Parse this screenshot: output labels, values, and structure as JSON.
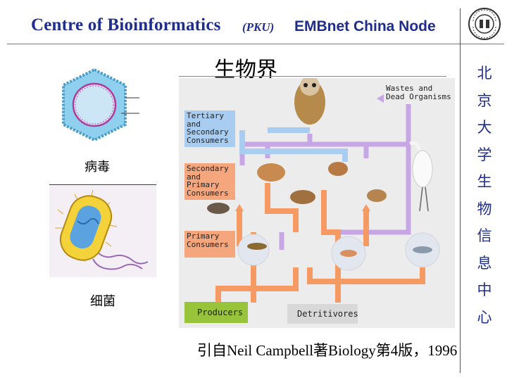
{
  "header": {
    "title": "Centre of Bioinformatics",
    "pku": "(PKU)",
    "node": "EMBnet China Node"
  },
  "vertical_text": [
    "北",
    "京",
    "大",
    "学",
    "生",
    "物",
    "信",
    "息",
    "中",
    "心"
  ],
  "slide": {
    "title": "生物界",
    "virus_label": "病毒",
    "bacteria_label": "细菌",
    "citation": "引自Neil Campbell著Biology第4版，1996"
  },
  "foodweb": {
    "tertiary": "Tertiary and Secondary Consumers",
    "secondary": "Secondary and Primary Consumers",
    "primary": "Primary Consumers",
    "producers": "Producers",
    "detritivores": "Detritivores",
    "wastes": "Wastes and Dead Organisms"
  },
  "colors": {
    "header_blue": "#1f2d8c",
    "arrow_purple": "#c7a6e6",
    "arrow_orange": "#f59a63",
    "arrow_blue": "#a9cdf0",
    "producer_green": "#98c43c"
  }
}
